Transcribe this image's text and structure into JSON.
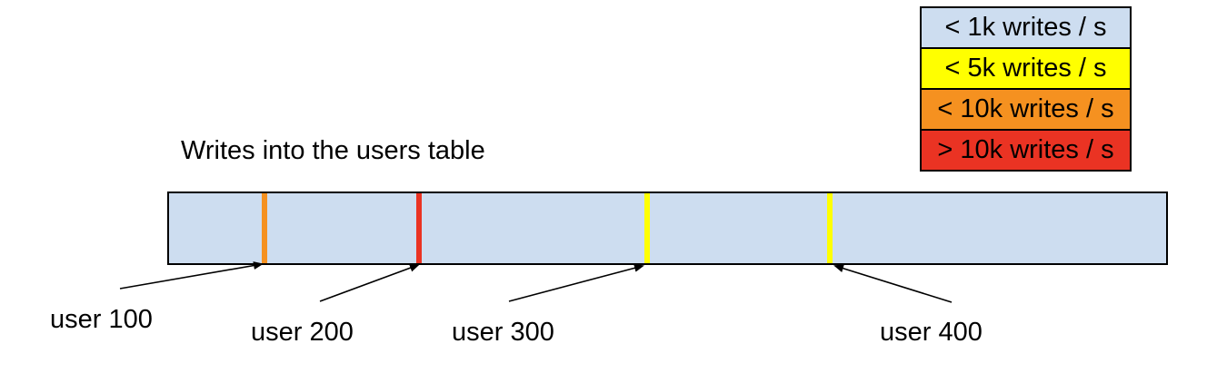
{
  "title": "Writes into the users table",
  "colors": {
    "bar_fill": "#cdddf0",
    "blue": "#cdddf0",
    "yellow": "#ffff00",
    "orange": "#f59120",
    "red": "#ea3323",
    "border": "#000000"
  },
  "legend": {
    "items": [
      {
        "label": "< 1k writes / s",
        "color": "#cdddf0"
      },
      {
        "label": "< 5k writes / s",
        "color": "#ffff00"
      },
      {
        "label": "< 10k writes / s",
        "color": "#f59120"
      },
      {
        "label": "> 10k writes / s",
        "color": "#ea3323"
      }
    ]
  },
  "bar": {
    "fill": "#cdddf0",
    "stripes": [
      {
        "label": "user 100",
        "color": "#f59120"
      },
      {
        "label": "user 200",
        "color": "#ea3323"
      },
      {
        "label": "user 300",
        "color": "#ffff00"
      },
      {
        "label": "user 400",
        "color": "#ffff00"
      }
    ]
  }
}
